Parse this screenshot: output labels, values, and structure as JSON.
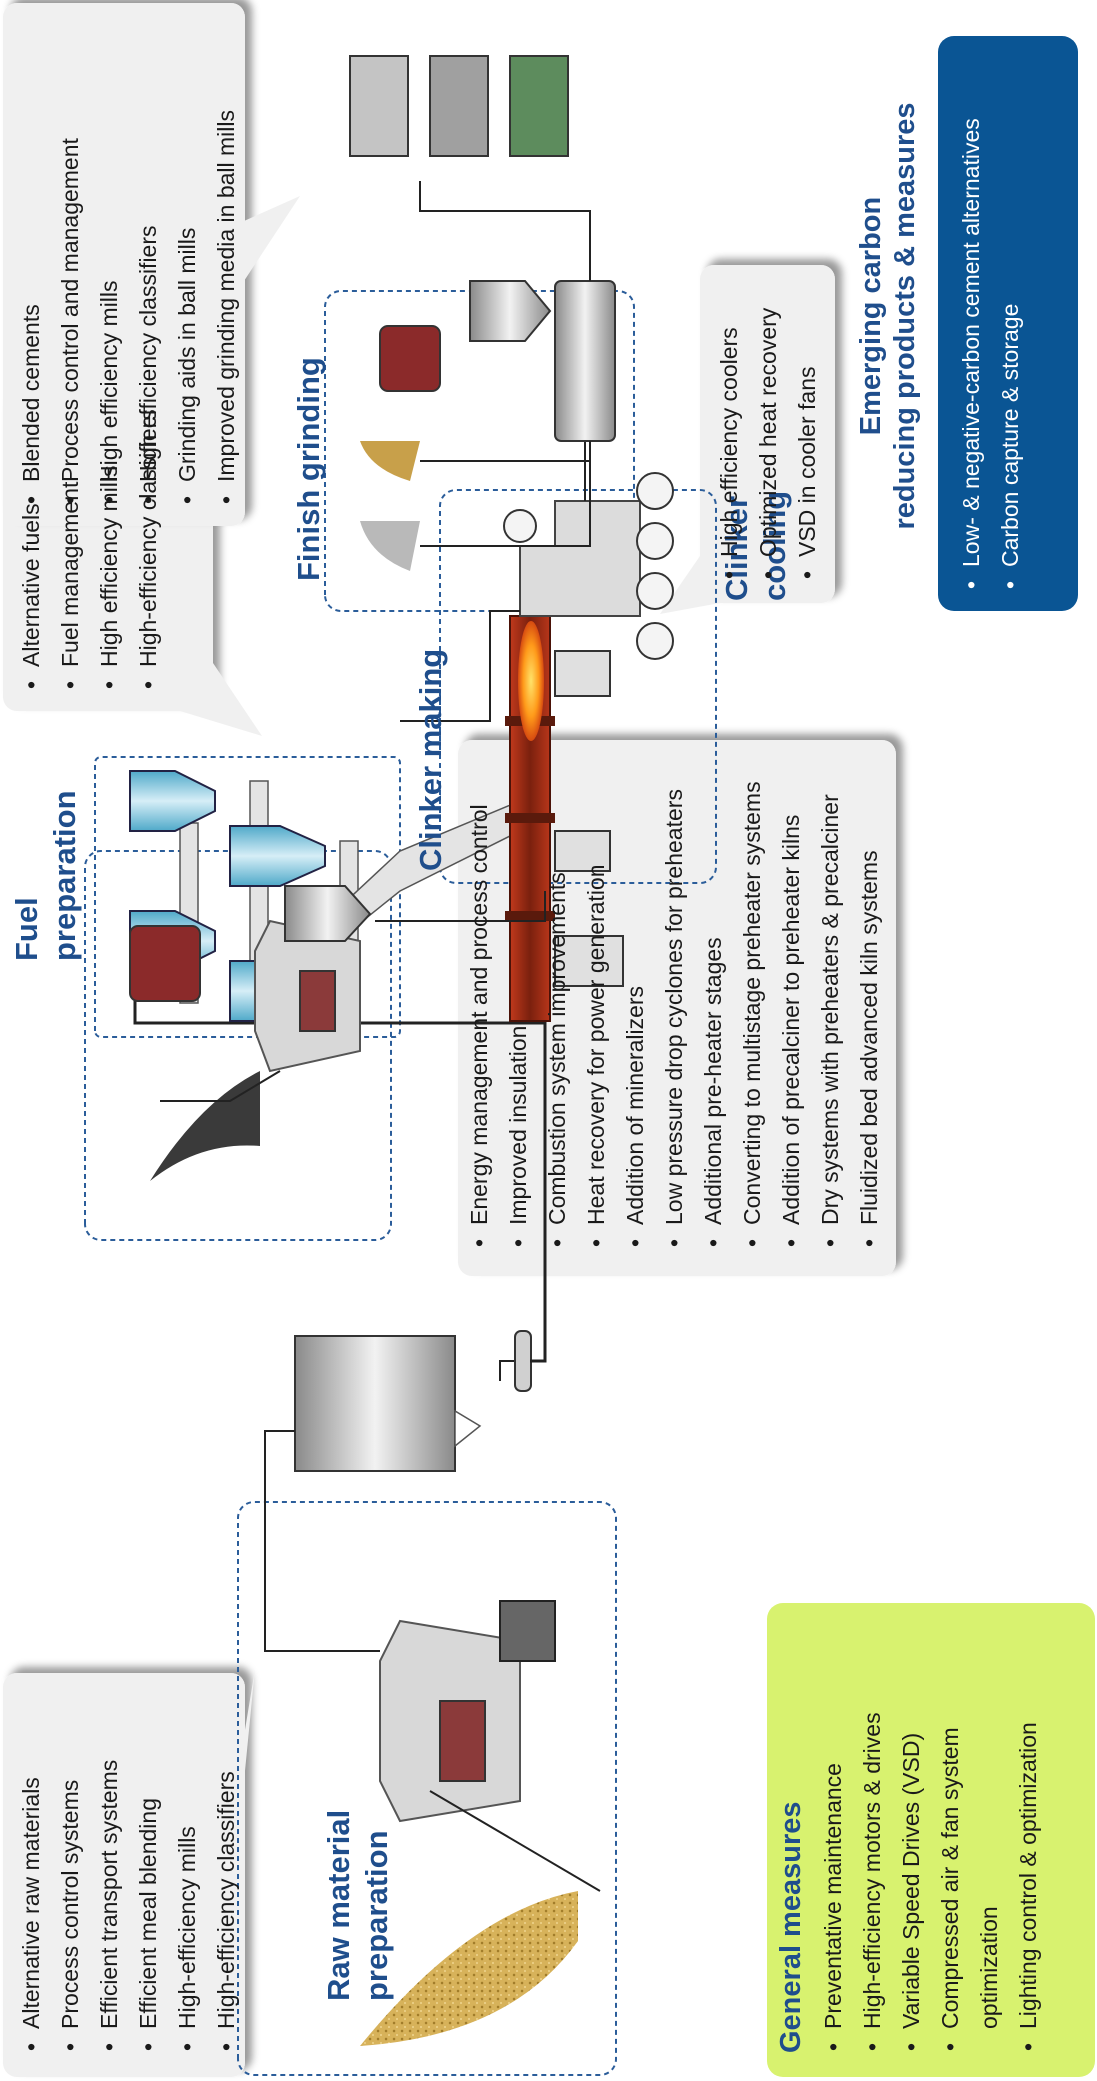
{
  "raw_material_prep": {
    "title": [
      "Raw material",
      "preparation"
    ],
    "measures": [
      "Alternative raw materials",
      "Process control systems",
      "Efficient transport systems",
      "Efficient meal blending",
      "High-efficiency mills",
      "High-efficiency classifiers"
    ]
  },
  "clinker_making": {
    "title": "Clinker making",
    "measures": [
      "Energy management and process control",
      "Improved insulation",
      "Combustion system improvements",
      "Heat recovery for power generation",
      "Addition of mineralizers",
      "Low pressure drop cyclones for preheaters",
      "Additional pre-heater stages",
      "Converting to multistage preheater systems",
      "Addition of precalciner to preheater kilns",
      "Dry systems with preheaters & precalciner",
      "Fluidized bed advanced kiln systems"
    ]
  },
  "fuel_preparation": {
    "title": [
      "Fuel",
      "preparation"
    ],
    "measures": [
      "Alternative fuels",
      "Fuel management",
      "High efficiency mills",
      "High-efficiency classifiers"
    ]
  },
  "clinker_cooling": {
    "title": [
      "Clinker",
      "cooling"
    ],
    "measures": [
      "High efficiency coolers",
      "Optimized heat recovery",
      "VSD in cooler fans"
    ]
  },
  "finish_grinding": {
    "title": "Finish grinding",
    "measures": [
      "Blended cements",
      "Process control and management",
      "High efficiency mills",
      "High efficiency classifiers",
      "Grinding aids in ball mills",
      "Improved grinding media in ball mills"
    ]
  },
  "general_measures": {
    "title": "General measures",
    "items": [
      "Preventative maintenance",
      "High-efficiency motors & drives",
      "Variable Speed Drives (VSD)",
      "Compressed air & fan system optimization",
      "Lighting control & optimization"
    ]
  },
  "emerging": {
    "title": [
      "Emerging carbon",
      "reducing products & measures"
    ],
    "items": [
      "Low- & negative-carbon cement alternatives",
      "Carbon capture & storage"
    ]
  },
  "colors": {
    "title_blue": "#1f4e8c",
    "emerging_box": "#0a5594",
    "general_box": "#d8f26f",
    "callout_bg": "#f0f0f0",
    "dashed_border": "#2b5d9a"
  }
}
